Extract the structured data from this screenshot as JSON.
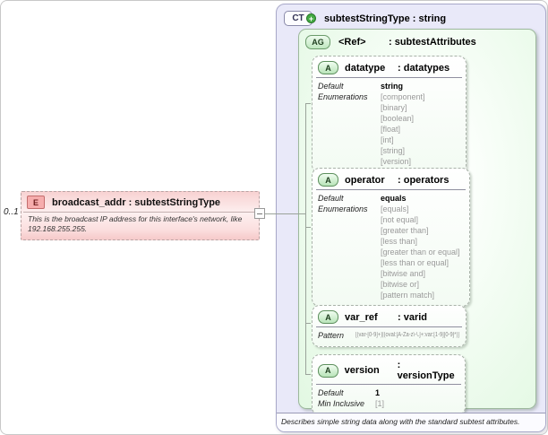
{
  "colors": {
    "element_fill": "#f8d2d2",
    "element_badge_fill": "#f6adad",
    "panel_fill": "#e9e9f9",
    "panel_border": "#a9a9c9",
    "group_fill": "#e2f8e2",
    "group_border": "#9cb89c",
    "badge_green": "#bfe7bf",
    "plus_green": "#44aa44",
    "muted_text": "#9a9a9a"
  },
  "element": {
    "cardinality": "0..1",
    "badge": "E",
    "title": "broadcast_addr : subtestStringType",
    "description": "This is the broadcast IP address for this interface's network, like 192.168.255.255."
  },
  "ct_panel": {
    "badge": "CT",
    "plus": "+",
    "title": "subtestStringType : string",
    "caption": "Describes simple string data along with the standard subtest attributes.",
    "attribute_group": {
      "badge": "AG",
      "ref": "<Ref>",
      "type": ": subtestAttributes"
    },
    "attributes": [
      {
        "badge": "A",
        "name": "datatype",
        "type": ": datatypes",
        "default_label": "Default",
        "default_value": "string",
        "enum_label": "Enumerations",
        "enumerations": [
          "[component]",
          "[binary]",
          "[boolean]",
          "[float]",
          "[int]",
          "[string]",
          "[version]"
        ]
      },
      {
        "badge": "A",
        "name": "operator",
        "type": ": operators",
        "default_label": "Default",
        "default_value": "equals",
        "enum_label": "Enumerations",
        "enumerations": [
          "[equals]",
          "[not equal]",
          "[greater than]",
          "[less than]",
          "[greater than or equal]",
          "[less than or equal]",
          "[bitwise and]",
          "[bitwise or]",
          "[pattern match]"
        ]
      },
      {
        "badge": "A",
        "name": "var_ref",
        "type": ": varid",
        "pattern_label": "Pattern",
        "pattern_value": "[(var-[0-9]+)|(oval:[A-Za-z\\-\\.]+:var:[1-9][0-9]*)]"
      },
      {
        "badge": "A",
        "name": "version",
        "type": ": versionType",
        "default_label": "Default",
        "default_value": "1",
        "min_inclusive_label": "Min Inclusive",
        "min_inclusive_value": "[1]"
      }
    ]
  }
}
